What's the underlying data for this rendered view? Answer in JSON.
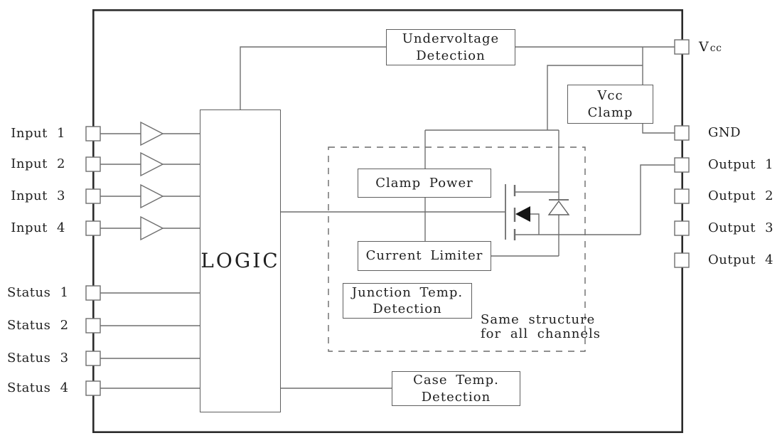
{
  "blocks": {
    "undervoltage": "Undervoltage\nDetection",
    "vcc_clamp": "Vcc\nClamp",
    "logic": "LOGIC",
    "clamp_power": "Clamp Power",
    "current_limiter": "Current Limiter",
    "junction_temp": "Junction Temp.\nDetection",
    "case_temp": "Case Temp.\nDetection"
  },
  "note": "Same structure\nfor all channels",
  "pins": {
    "left": [
      {
        "label": "Input 1"
      },
      {
        "label": "Input 2"
      },
      {
        "label": "Input 3"
      },
      {
        "label": "Input 4"
      },
      {
        "label": "Status 1"
      },
      {
        "label": "Status 2"
      },
      {
        "label": "Status 3"
      },
      {
        "label": "Status 4"
      }
    ],
    "right": [
      {
        "label_main": "V",
        "label_sub": "cc"
      },
      {
        "label": "GND"
      },
      {
        "label": "Output 1"
      },
      {
        "label": "Output 2"
      },
      {
        "label": "Output 3"
      },
      {
        "label": "Output 4"
      }
    ]
  },
  "colors": {
    "wire": "#6e6e6e",
    "frame": "#2b2b2b",
    "box_border": "#5f5f5f",
    "text": "#1f1f1f",
    "mosfet_arrow_fill": "#141414"
  }
}
